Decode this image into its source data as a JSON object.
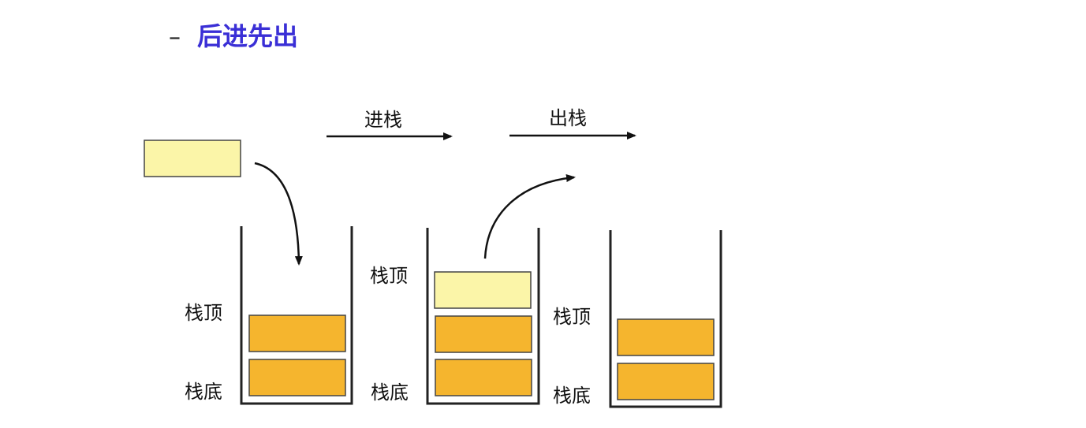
{
  "heading": {
    "bullet": "–",
    "text": "后进先出"
  },
  "operations": {
    "push": "进栈",
    "pop": "出栈"
  },
  "labels": {
    "top": "栈顶",
    "bottom": "栈底"
  },
  "colors": {
    "heading": "#3a2fd6",
    "stack_element": "#f5b52e",
    "moving_element": "#fbf5a8",
    "outline": "#222222"
  }
}
